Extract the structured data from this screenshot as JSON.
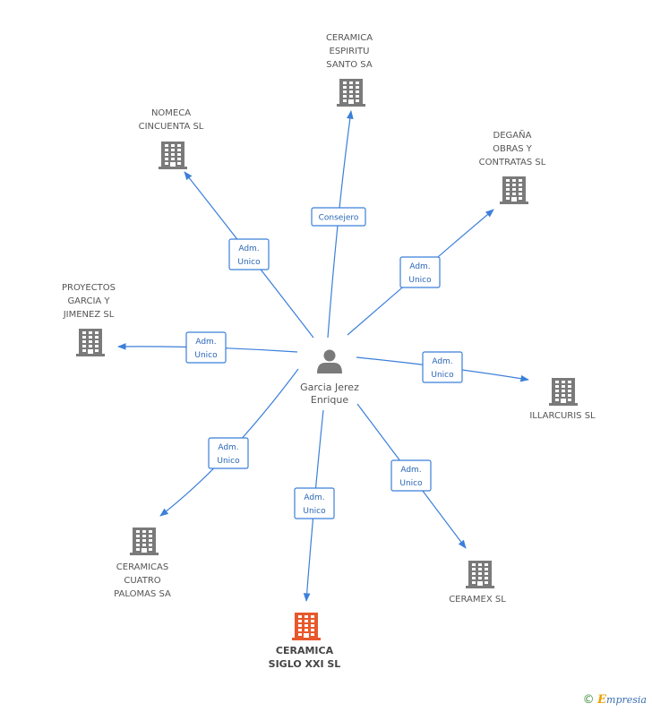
{
  "colors": {
    "edge": "#3b7fd9",
    "building": "#7a7a7a",
    "building_highlight": "#e8582a",
    "person": "#7a7a7a"
  },
  "center": {
    "name_lines": [
      "Garcia Jerez",
      "Enrique"
    ],
    "icon": "person-icon"
  },
  "companies": [
    {
      "id": "ceramica-espiritu-santo",
      "lines": [
        "CERAMICA",
        "ESPIRITU",
        "SANTO SA"
      ],
      "icon": "building-icon",
      "highlight": false
    },
    {
      "id": "nomeca-cincuenta",
      "lines": [
        "NOMECA",
        "CINCUENTA SL"
      ],
      "icon": "building-icon",
      "highlight": false
    },
    {
      "id": "degana-obras",
      "lines": [
        "DEGAÑA",
        "OBRAS Y",
        "CONTRATAS SL"
      ],
      "icon": "building-icon",
      "highlight": false
    },
    {
      "id": "proyectos-garcia",
      "lines": [
        "PROYECTOS",
        "GARCIA Y",
        "JIMENEZ SL"
      ],
      "icon": "building-icon",
      "highlight": false
    },
    {
      "id": "illarcuris",
      "lines": [
        "ILLARCURIS SL"
      ],
      "icon": "building-icon",
      "highlight": false
    },
    {
      "id": "ceramicas-cuatro-palomas",
      "lines": [
        "CERAMICAS",
        "CUATRO",
        "PALOMAS SA"
      ],
      "icon": "building-icon",
      "highlight": false
    },
    {
      "id": "ceramica-siglo-xxi",
      "lines": [
        "CERAMICA",
        "SIGLO XXI SL"
      ],
      "icon": "building-icon",
      "highlight": true
    },
    {
      "id": "ceramex",
      "lines": [
        "CERAMEX SL"
      ],
      "icon": "building-icon",
      "highlight": false
    }
  ],
  "edges": [
    {
      "to": "ceramica-espiritu-santo",
      "label_lines": [
        "Consejero"
      ]
    },
    {
      "to": "nomeca-cincuenta",
      "label_lines": [
        "Adm.",
        "Unico"
      ]
    },
    {
      "to": "degana-obras",
      "label_lines": [
        "Adm.",
        "Unico"
      ]
    },
    {
      "to": "proyectos-garcia",
      "label_lines": [
        "Adm.",
        "Unico"
      ]
    },
    {
      "to": "illarcuris",
      "label_lines": [
        "Adm.",
        "Unico"
      ]
    },
    {
      "to": "ceramicas-cuatro-palomas",
      "label_lines": [
        "Adm.",
        "Unico"
      ]
    },
    {
      "to": "ceramica-siglo-xxi",
      "label_lines": [
        "Adm.",
        "Unico"
      ]
    },
    {
      "to": "ceramex",
      "label_lines": [
        "Adm.",
        "Unico"
      ]
    }
  ],
  "footer": {
    "copyright_symbol": "©",
    "brand_initial": "E",
    "brand_rest": "mpresia"
  }
}
